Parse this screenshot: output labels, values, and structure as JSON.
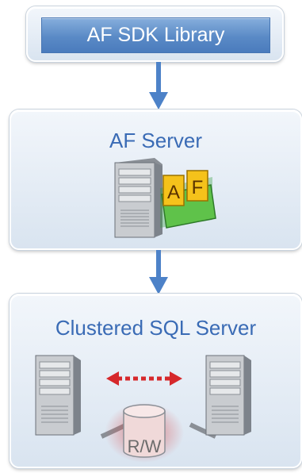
{
  "library": {
    "label": "AF SDK Library"
  },
  "af_server": {
    "title": "AF Server",
    "badge_letters": [
      "A",
      "F"
    ]
  },
  "cluster": {
    "title": "Clustered SQL Server",
    "storage_label": "R/W"
  },
  "colors": {
    "title_text": "#3a6bb5",
    "flow_arrow": "#4d82c8",
    "replication_arrow": "#d6282b",
    "storage_glow": "#d94a4a"
  }
}
